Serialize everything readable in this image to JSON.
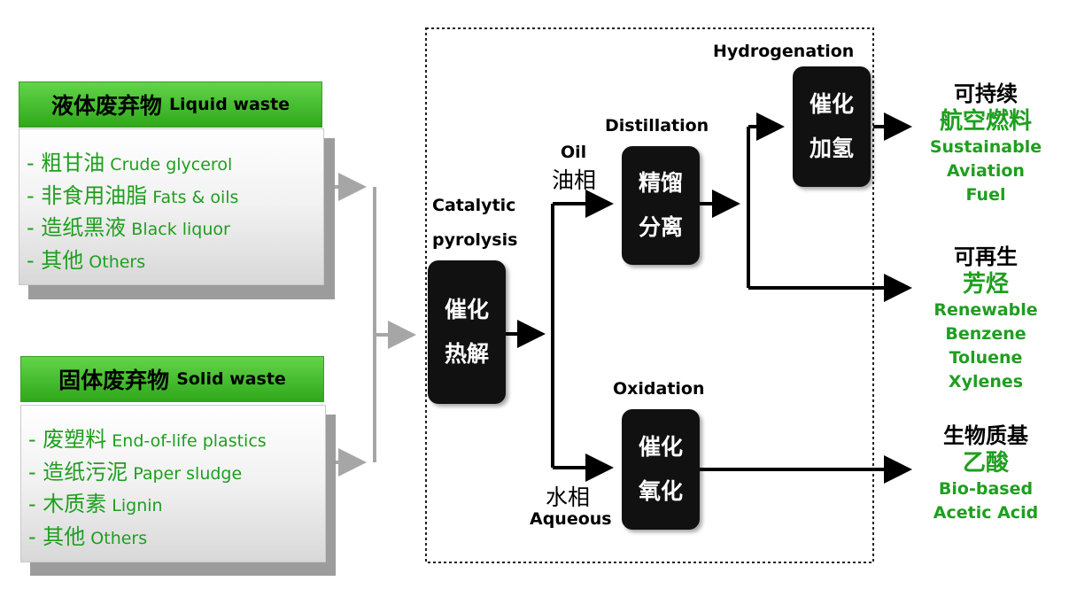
{
  "liquid_waste": {
    "title_zh": "液体废弃物",
    "title_en": "Liquid waste",
    "items": [
      {
        "zh": "- 粗甘油",
        "en": "Crude glycerol"
      },
      {
        "zh": "- 非食用油脂",
        "en": "Fats & oils"
      },
      {
        "zh": "- 造纸黑液",
        "en": "Black liquor"
      },
      {
        "zh": "- 其他",
        "en": "Others"
      }
    ]
  },
  "solid_waste": {
    "title_zh": "固体废弃物",
    "title_en": "Solid waste",
    "items": [
      {
        "zh": "- 废塑料",
        "en": "End-of-life plastics"
      },
      {
        "zh": "- 造纸污泥",
        "en": "Paper sludge"
      },
      {
        "zh": "- 木质素",
        "en": "Lignin"
      },
      {
        "zh": "- 其他",
        "en": "Others"
      }
    ]
  },
  "processes": {
    "pyrolysis": {
      "label_en_1": "Catalytic",
      "label_en_2": "pyrolysis",
      "zh_1": "催化",
      "zh_2": "热解"
    },
    "distillation": {
      "label_en": "Distillation",
      "zh_1": "精馏",
      "zh_2": "分离"
    },
    "hydrogenation": {
      "label_en": "Hydrogenation",
      "zh_1": "催化",
      "zh_2": "加氢"
    },
    "oxidation": {
      "label_en": "Oxidation",
      "zh_1": "催化",
      "zh_2": "氧化"
    }
  },
  "phases": {
    "oil_en": "Oil",
    "oil_zh": "油相",
    "aqueous_zh": "水相",
    "aqueous_en": "Aqueous"
  },
  "products": {
    "saf": {
      "head": "可持续",
      "zh": "航空燃料",
      "en": [
        "Sustainable",
        "Aviation",
        "Fuel"
      ]
    },
    "aromatics": {
      "head": "可再生",
      "zh": "芳烃",
      "en": [
        "Renewable",
        "Benzene",
        "Toluene",
        "Xylenes"
      ]
    },
    "acetic": {
      "head": "生物质基",
      "zh": "乙酸",
      "en": [
        "Bio-based",
        "Acetic Acid"
      ]
    }
  },
  "colors": {
    "accent_green": "#1f9e1f",
    "header_green": "#3cb82a",
    "process_black": "#111111",
    "gray_arrow": "#a6a6a6"
  }
}
